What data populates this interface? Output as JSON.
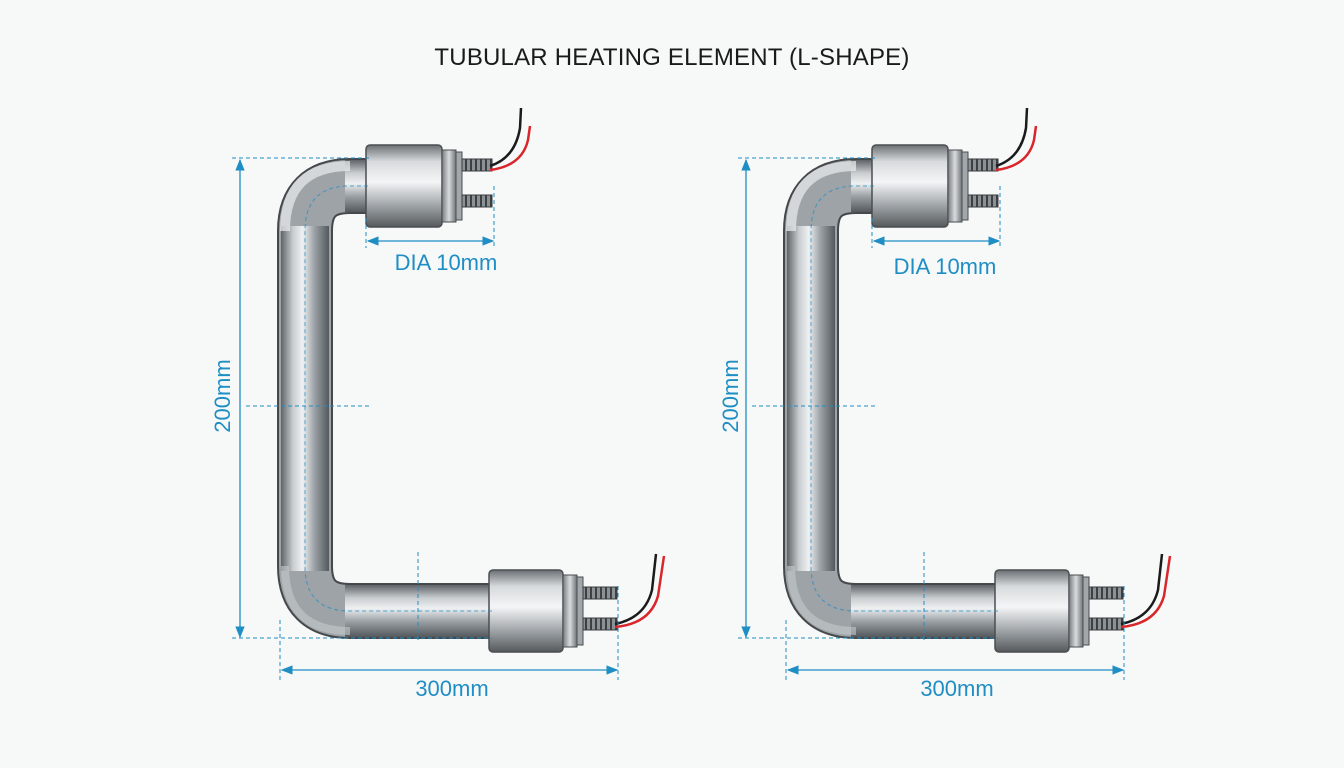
{
  "title": "TUBULAR HEATING ELEMENT (L-SHAPE)",
  "colors": {
    "dimension": "#1f8ec4",
    "tube": "#8a8f93",
    "wire_red": "#d8262a",
    "wire_black": "#1b1b1b",
    "background": "#f7f8f8"
  },
  "elements": [
    {
      "id": "left",
      "dia_label": "DIA 10mm",
      "height_label": "200mm",
      "width_label": "300mm"
    },
    {
      "id": "right",
      "dia_label": "DIA 10mm",
      "height_label": "200mm",
      "width_label": "300mm"
    }
  ]
}
